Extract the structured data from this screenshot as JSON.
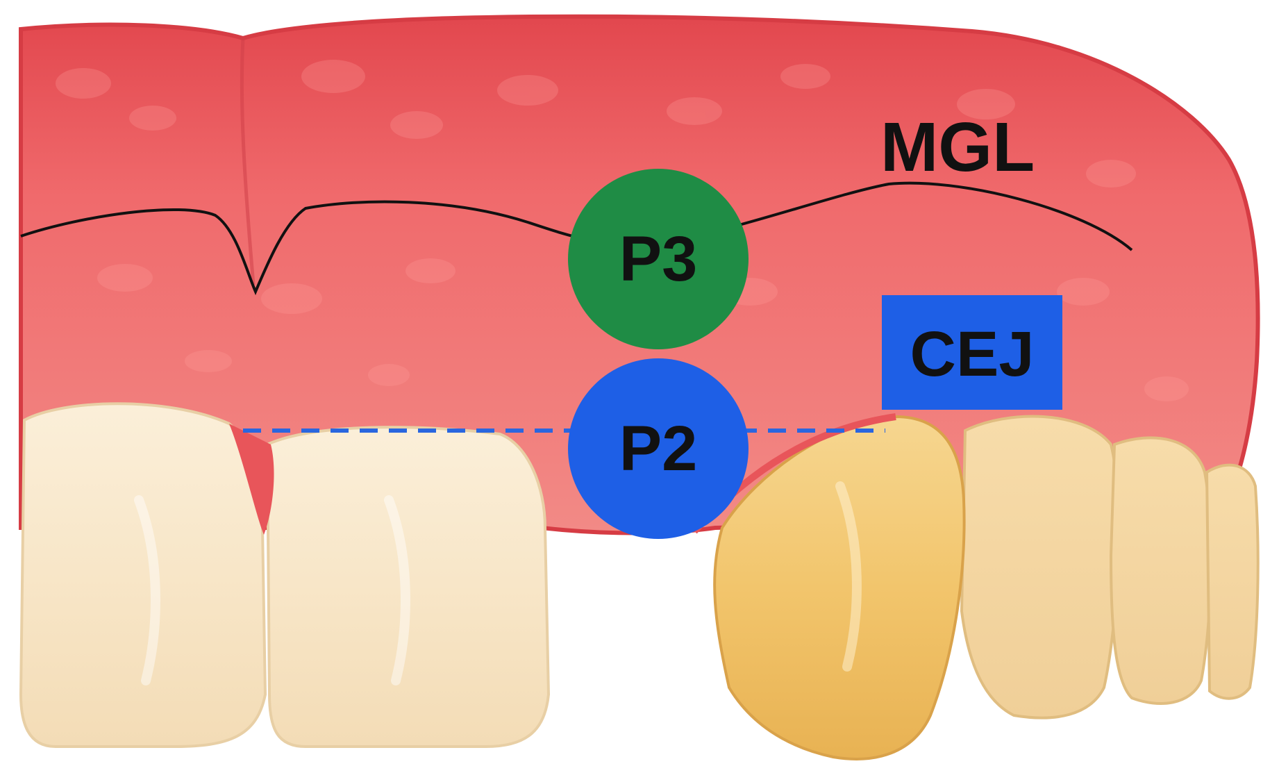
{
  "labels": {
    "mgl": "MGL",
    "cej": "CEJ",
    "p3": "P3",
    "p2": "P2"
  },
  "colors": {
    "gingiva": "#e8555a",
    "gingiva_light": "#f47a7c",
    "gingiva_edge": "#d63c44",
    "tooth_light": "#f8e6c8",
    "tooth_light_shade": "#efd3a8",
    "tooth_yellow": "#f3c86d",
    "tooth_yellow_shade": "#e2a94a",
    "p3_marker": "#1f8c45",
    "p2_marker": "#1e5fe6",
    "cej_box": "#1e5fe6",
    "cej_dash": "#2a66df",
    "mgl_line": "#111111",
    "label_text": "#111111"
  }
}
